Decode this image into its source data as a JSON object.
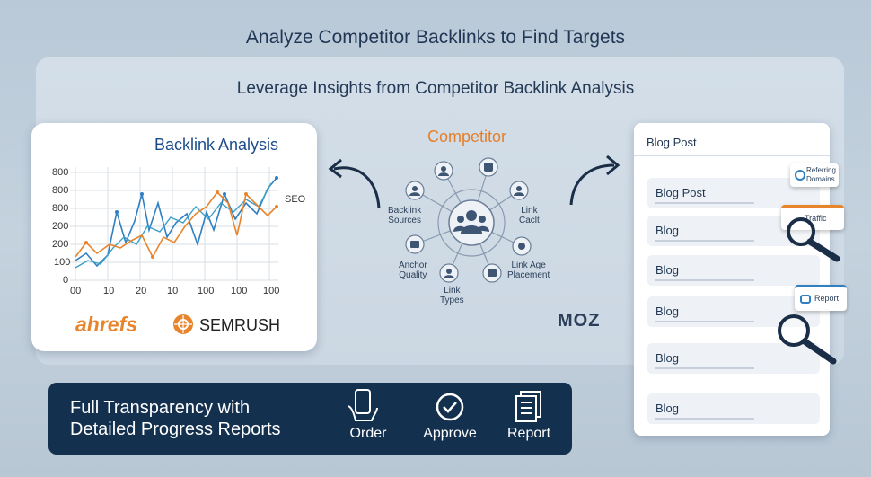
{
  "title": "Analyze Competitor Backlinks to Find Targets",
  "subtitle": "Leverage Insights from Competitor Backlink Analysis",
  "analysis_card": {
    "title": "Backlink Analysis",
    "y_ticks": [
      "800",
      "800",
      "800",
      "200",
      "200",
      "100",
      "0"
    ],
    "x_ticks": [
      "00",
      "10",
      "20",
      "10",
      "100",
      "100",
      "100"
    ],
    "series_label": "SEO",
    "brand1": "ahrefs",
    "brand2": "SEMRUSH"
  },
  "competitor": {
    "title": "Competitor",
    "nodes": [
      {
        "label": "Backlink\nSources",
        "icon": "user-icon"
      },
      {
        "label": "Link\nCaclt",
        "icon": "user-icon"
      },
      {
        "label": "Anchor\nQuality",
        "icon": "mail-icon"
      },
      {
        "label": "Link Age\nPlacement",
        "icon": "gear-icon"
      },
      {
        "label": "Link\nTypes",
        "icon": "users-icon"
      }
    ],
    "brand": "MOZ"
  },
  "blog": {
    "header": "Blog Post",
    "rows": [
      "Blog Post",
      "Blog",
      "Blog",
      "Blog",
      "Blog",
      "Blog"
    ],
    "tags": {
      "referring": "Referring\nDomains",
      "traffic": "Traffic",
      "report": "Report"
    }
  },
  "banner": {
    "text": "Full Transparency with\nDetailed Progress Reports",
    "actions": [
      "Order",
      "Approve",
      "Report"
    ]
  },
  "colors": {
    "navy": "#14304f",
    "orange": "#e8852c",
    "blue": "#2f7fc1"
  }
}
